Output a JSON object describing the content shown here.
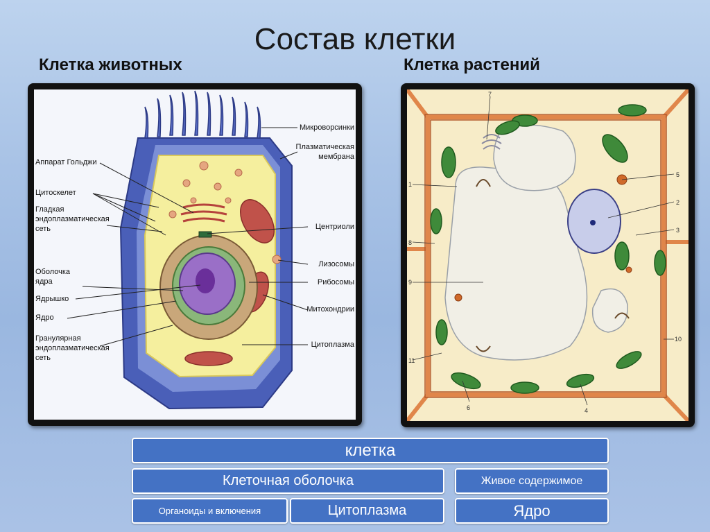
{
  "title": "Состав клетки",
  "animal": {
    "heading": "Клетка животных",
    "labels": {
      "golgi": "Аппарат Гольджи",
      "cytoskeleton": "Цитоскелет",
      "smooth_er_1": "Гладкая",
      "smooth_er_2": "эндоплазматическая",
      "smooth_er_3": "сеть",
      "nuclear_envelope_1": "Оболочка",
      "nuclear_envelope_2": "ядра",
      "nucleolus": "Ядрышко",
      "nucleus": "Ядро",
      "rough_er_1": "Гранулярная",
      "rough_er_2": "эндоплазматическая",
      "rough_er_3": "сеть",
      "microvilli": "Микроворсинки",
      "plasma_membrane_1": "Плазматическая",
      "plasma_membrane_2": "мембрана",
      "centrioles": "Центриоли",
      "lysosomes": "Лизосомы",
      "ribosomes": "Рибосомы",
      "mitochondria": "Митохондрии",
      "cytoplasm": "Цитоплазма"
    }
  },
  "plant": {
    "heading": "Клетка растений",
    "numbers": {
      "n7": "7",
      "n1": "1",
      "n5": "5",
      "n2": "2",
      "n3": "3",
      "n8": "8",
      "n9": "9",
      "n10": "10",
      "n11": "11",
      "n6": "6",
      "n4": "4"
    }
  },
  "scheme": {
    "root": "клетка",
    "membrane": "Клеточная оболочка",
    "living": "Живое содержимое",
    "organoids": "Органоиды и включения",
    "cytoplasm": "Цитоплазма",
    "nucleus": "Ядро"
  },
  "colors": {
    "box_fill": "#4472c4",
    "box_border": "#ffffff",
    "animal_cytoplasm": "#f5ef9e",
    "animal_membrane": "#4a5fb8",
    "nucleus": "#9a6fc7",
    "plant_wall": "#e0864a",
    "chloroplast": "#3f8a3a",
    "vacuole": "#f1efe6"
  }
}
